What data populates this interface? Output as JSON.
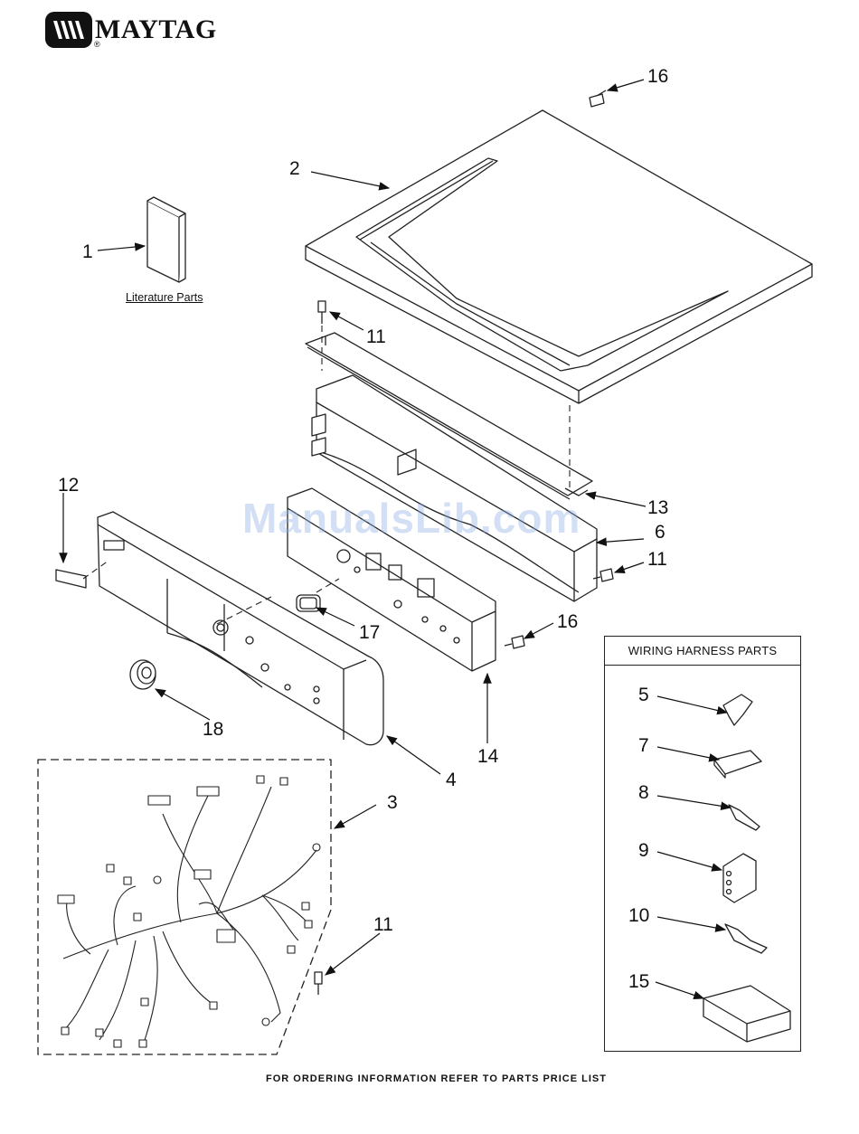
{
  "brand": {
    "name": "MAYTAG",
    "registered": "®"
  },
  "literature_label": "Literature Parts",
  "wiring_box_title": "WIRING HARNESS PARTS",
  "footer": "FOR ORDERING INFORMATION REFER TO PARTS PRICE LIST",
  "watermark": "ManualsLib.com",
  "callouts": {
    "c1": "1",
    "c2": "2",
    "c3": "3",
    "c4": "4",
    "c5": "5",
    "c6": "6",
    "c7": "7",
    "c8": "8",
    "c9": "9",
    "c10": "10",
    "c11a": "11",
    "c11b": "11",
    "c11c": "11",
    "c12": "12",
    "c13": "13",
    "c14": "14",
    "c15": "15",
    "c16a": "16",
    "c16b": "16",
    "c17": "17",
    "c18": "18"
  },
  "colors": {
    "line": "#222222",
    "watermark": "#8caae1"
  }
}
